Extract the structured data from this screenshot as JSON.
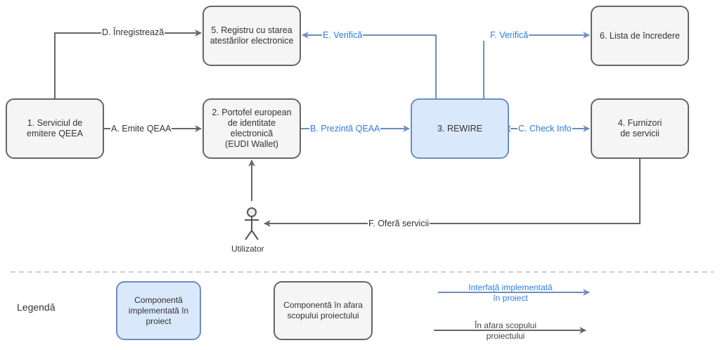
{
  "colors": {
    "implemented_fill": "#dae8fc",
    "implemented_stroke": "#6c8ebf",
    "outside_fill": "#f5f5f5",
    "outside_stroke": "#666666",
    "implemented_text": "#2a7de1",
    "outside_text": "#333333"
  },
  "nodes": {
    "issuer": "1. Serviciul de\nemitere QEEA",
    "wallet": "2. Portofel european\nde identitate\nelectronică\n(EUDI Wallet)",
    "rewire": "3. REWIRE",
    "providers": "4. Furnizori\nde servicii",
    "registry": "5. Registru cu starea\natestărilor electronice",
    "trust_list": "6. Lista de încredere"
  },
  "actor": {
    "label": "Utilizator"
  },
  "edges": {
    "a": "A. Emite QEAA",
    "b": "B. Prezintă QEAA",
    "c": "C. Check Info",
    "d": "D. Înregistrează",
    "e": "E. Verifică",
    "f_verify": "F. Verifică",
    "f_offer": "F. Oferă servicii"
  },
  "legend": {
    "title": "Legendă",
    "implemented_component": "Componentă\nimplementată în\nproiect",
    "outside_component": "Componentă în afara\nscopului proiectului",
    "implemented_interface": "Interfață implementată\nîn proiect",
    "outside_interface": "În afara scopului\nproiectului"
  }
}
